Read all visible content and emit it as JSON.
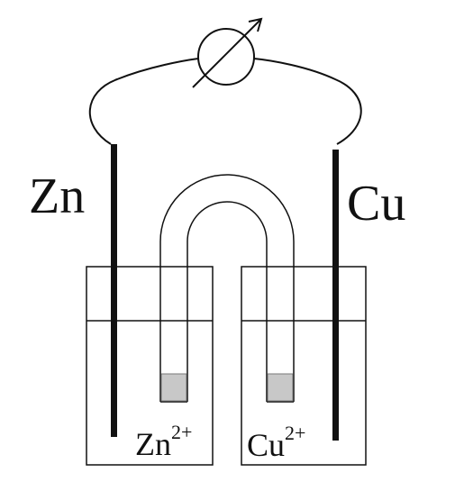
{
  "electrodes": {
    "left": {
      "label": "Zn"
    },
    "right": {
      "label": "Cu"
    }
  },
  "solutions": {
    "left": {
      "ion": "Zn",
      "charge": "2+"
    },
    "right": {
      "ion": "Cu",
      "charge": "2+"
    }
  },
  "meter": {
    "icon": "galvanometer-icon"
  },
  "colors": {
    "stroke": "#111111",
    "plug": "#c8c8c8",
    "background": "#ffffff"
  }
}
